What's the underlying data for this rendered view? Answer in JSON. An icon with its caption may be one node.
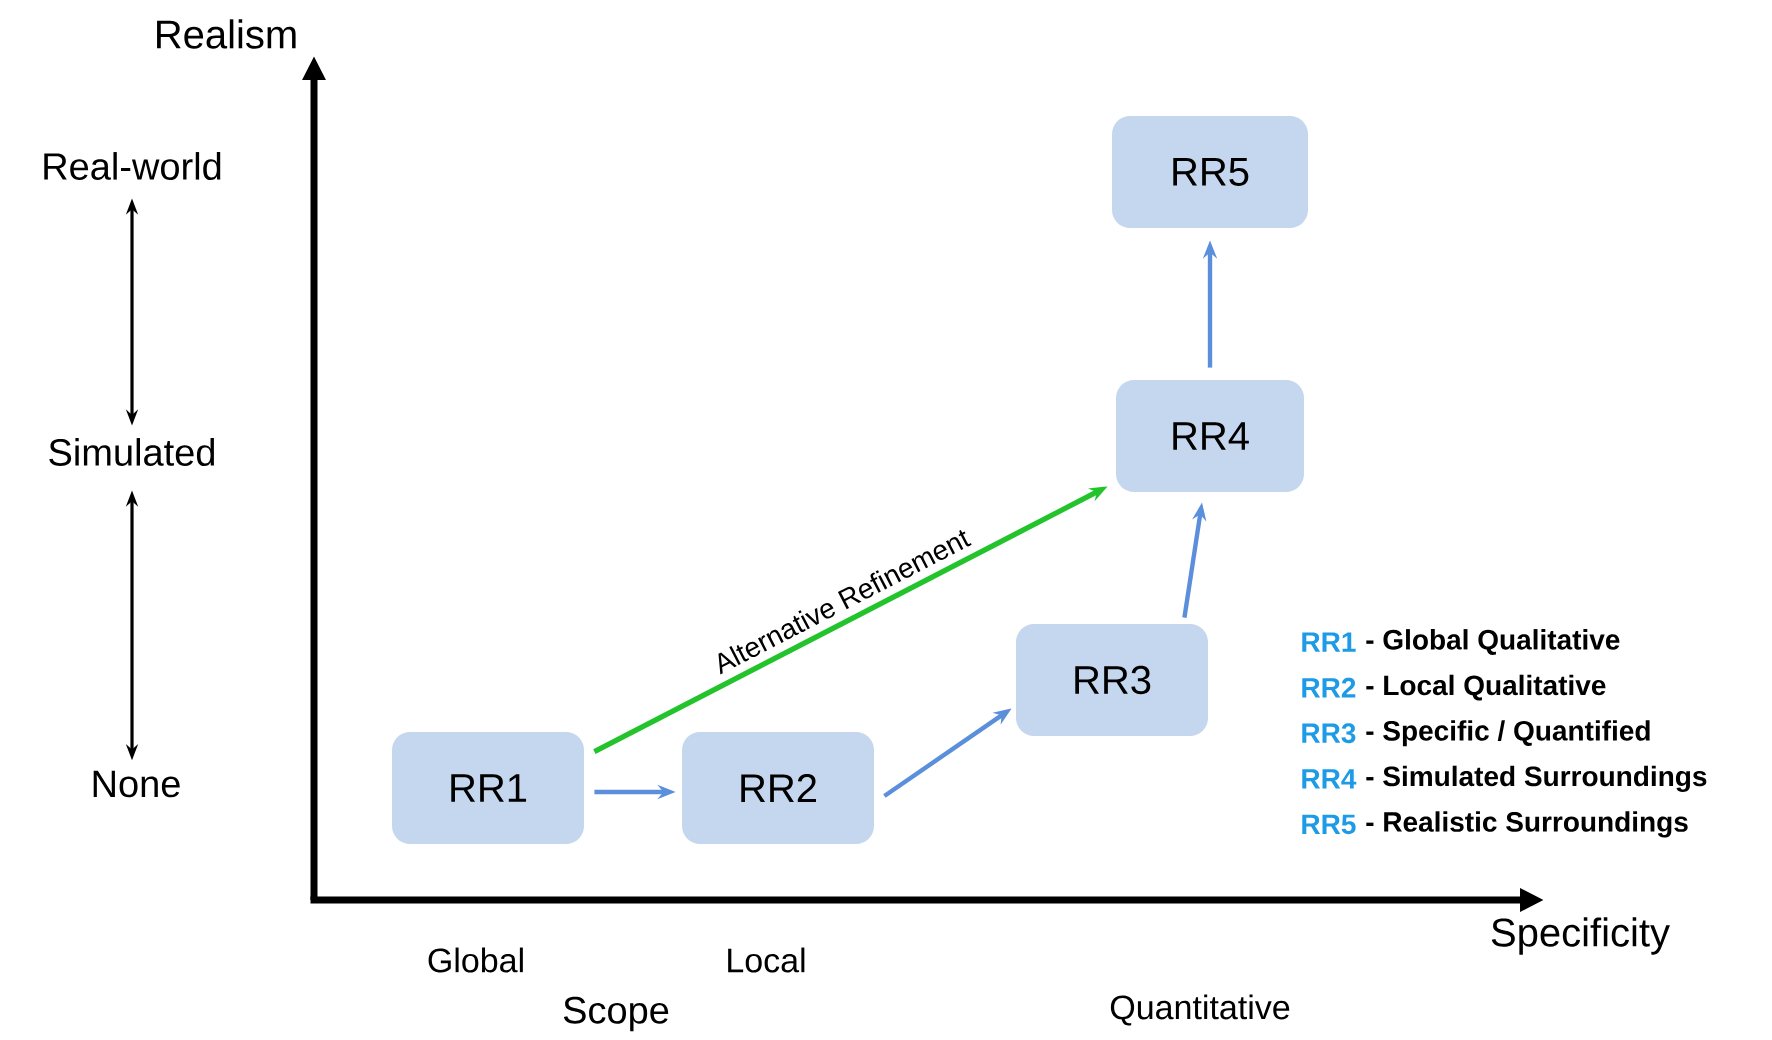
{
  "diagram": {
    "nodes": [
      {
        "text": [
          "RR1"
        ]
      },
      {
        "text": [
          "RR2"
        ]
      },
      {
        "text": [
          "RR3"
        ]
      },
      {
        "text": [
          "RR4"
        ]
      },
      {
        "text": [
          "RR5"
        ]
      },
      {
        "text": [
          "Real-world"
        ]
      },
      {
        "text": [
          "Simulated"
        ]
      },
      {
        "text": [
          "None"
        ]
      }
    ],
    "edges": [
      {
        "from": 0,
        "to": 1,
        "arrow": "to"
      },
      {
        "from": 1,
        "to": 2,
        "arrow": "to"
      },
      {
        "from": 2,
        "to": 3,
        "arrow": "to"
      },
      {
        "from": 3,
        "to": 4,
        "arrow": "to"
      },
      {
        "from": 0,
        "to": 3,
        "arrow": "to",
        "label": "Alternative Refinement",
        "color": "#22c32b"
      },
      {
        "from": 5,
        "to": 6,
        "arrow": "both",
        "color": "#000000"
      },
      {
        "from": 6,
        "to": 7,
        "arrow": "both",
        "color": "#000000"
      }
    ],
    "labels": [
      "Realism",
      "RR1",
      "- Global Qualitative",
      "RR2",
      "- Local Qualitative",
      "RR3",
      "- Specific / Quantified",
      "RR4",
      "- Simulated Surroundings",
      "RR5",
      "- Realistic Surroundings",
      "Global",
      "Local",
      "Specificity",
      "Scope",
      "Quantitative"
    ]
  }
}
